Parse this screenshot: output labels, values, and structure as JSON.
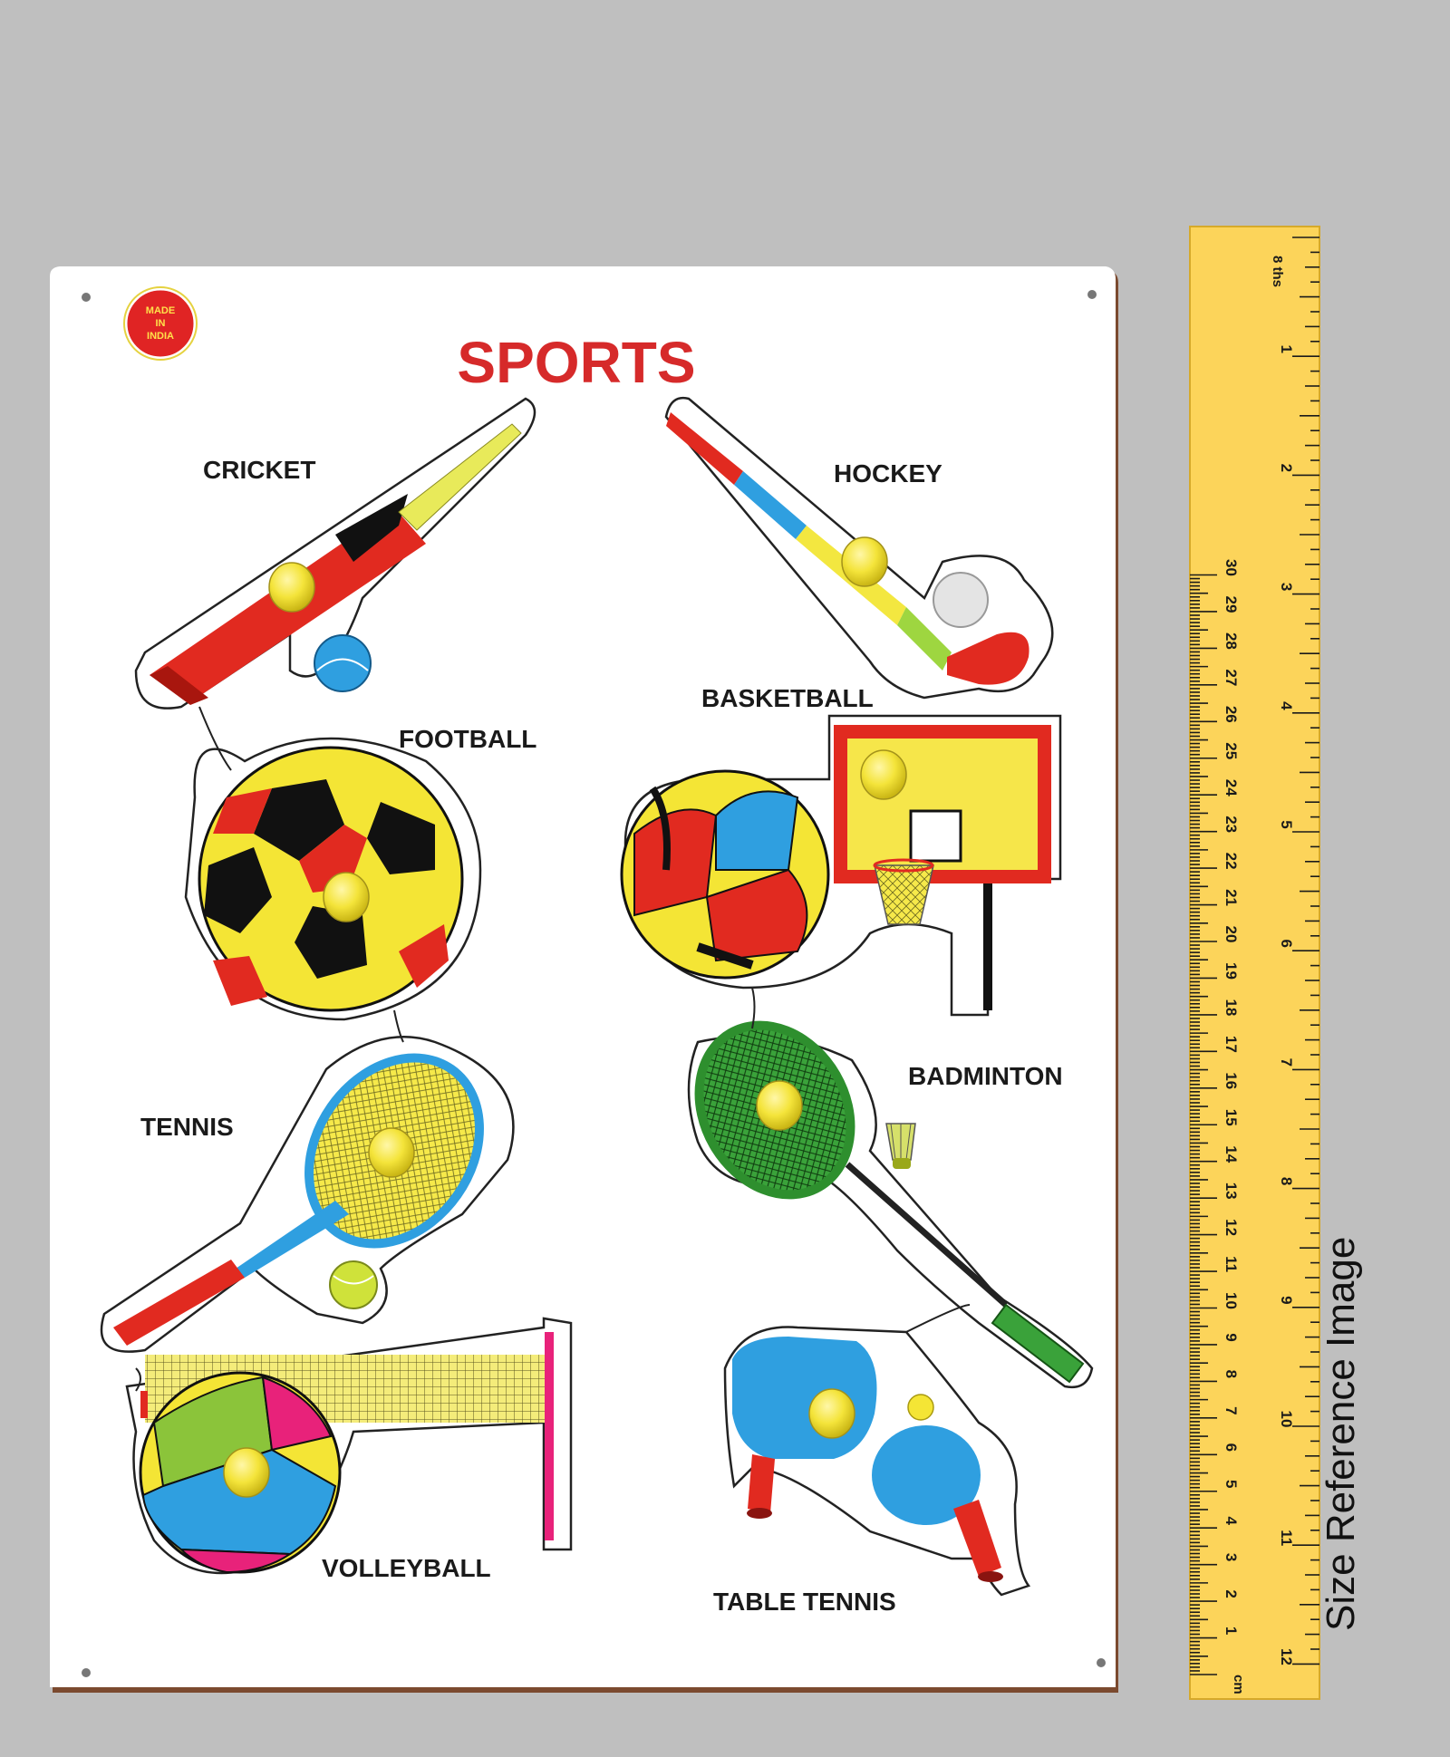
{
  "board": {
    "badge": [
      "MADE",
      "IN",
      "INDIA"
    ],
    "title": "SPORTS",
    "labels": {
      "cricket": "CRICKET",
      "hockey": "HOCKEY",
      "football": "FOOTBALL",
      "basketball": "BASKETBALL",
      "tennis": "TENNIS",
      "badminton": "BADMINTON",
      "volleyball": "VOLLEYBALL",
      "table_tennis": "TABLE TENNIS"
    }
  },
  "ruler": {
    "cm_unit": "cm",
    "inch_unit": "8 ths",
    "cm_max": 30,
    "inch_max": 12
  },
  "caption": "Size Reference Image",
  "colors": {
    "background": "#bfbfbf",
    "board": "#ffffff",
    "title": "#d62a2a",
    "ruler": "#fcd45a",
    "knob": "#f2e23a"
  }
}
